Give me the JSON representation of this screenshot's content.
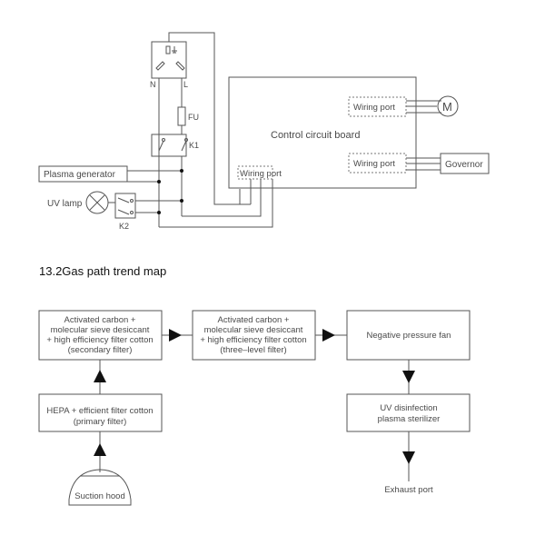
{
  "circuit": {
    "socket_labels": {
      "neutral": "N",
      "live": "L"
    },
    "fuse_label": "FU",
    "relay1_label": "K1",
    "relay2_label": "K2",
    "plasma_generator": "Plasma generator",
    "uv_lamp": "UV lamp",
    "control_board": "Control circuit board",
    "wiring_port_left": "Wiring port",
    "wiring_port_motor": "Wiring port",
    "wiring_port_governor": "Wiring port",
    "motor_symbol": "M",
    "governor": "Governor"
  },
  "section_title": "13.2Gas path trend map",
  "gas_path": {
    "secondary_filter": [
      "Activated carbon +",
      "molecular sieve desiccant",
      "+ high efficiency filter cotton",
      "(secondary filter)"
    ],
    "three_level_filter": [
      "Activated carbon +",
      "molecular sieve desiccant",
      "+ high efficiency filter cotton",
      "(three–level filter)"
    ],
    "fan": "Negative pressure fan",
    "sterilizer": [
      "UV  disinfection",
      "plasma sterilizer"
    ],
    "primary_filter": [
      "HEPA + efficient filter cotton",
      "(primary filter)"
    ],
    "suction_hood": "Suction hood",
    "exhaust_port": "Exhaust port"
  }
}
